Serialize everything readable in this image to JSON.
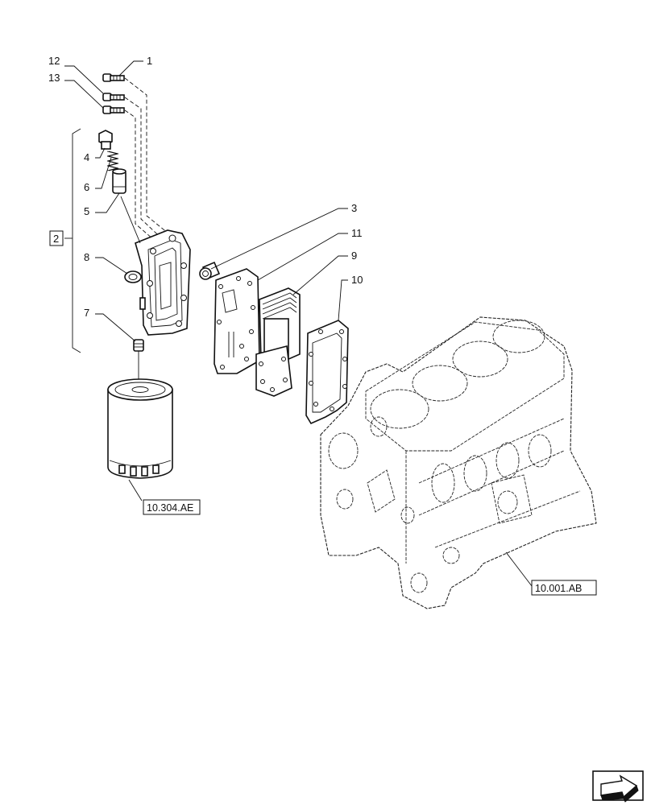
{
  "callouts": {
    "c1": "1",
    "c12": "12",
    "c13": "13",
    "c4": "4",
    "c6": "6",
    "c5": "5",
    "c8": "8",
    "c7": "7",
    "c3": "3",
    "c11": "11",
    "c9": "9",
    "c10": "10",
    "group": "2"
  },
  "references": {
    "filter_ref": "10.304.AE",
    "block_ref": "10.001.AB"
  },
  "icons": {
    "nav": "next-page-arrow-icon"
  },
  "colors": {
    "line": "#111111",
    "background": "#ffffff"
  }
}
